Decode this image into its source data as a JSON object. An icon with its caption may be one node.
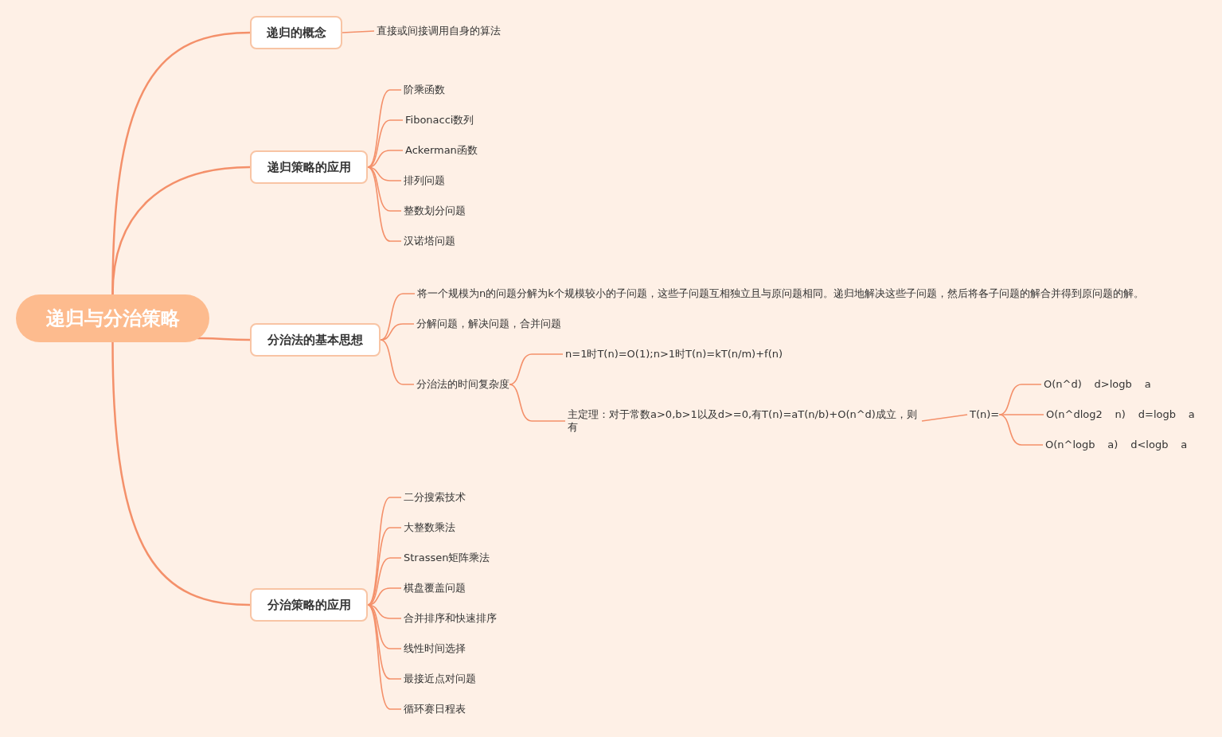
{
  "diagram": {
    "nodes": [
      {
        "text": [
          "递归与分治策略"
        ]
      },
      {
        "text": [
          "递归的概念"
        ]
      },
      {
        "text": [
          "直接或间接调用自身的算法"
        ]
      },
      {
        "text": [
          "递归策略的应用"
        ]
      },
      {
        "text": [
          "阶乘函数"
        ]
      },
      {
        "text": [
          "Fibonacci数列"
        ]
      },
      {
        "text": [
          "Ackerman函数"
        ]
      },
      {
        "text": [
          "排列问题"
        ]
      },
      {
        "text": [
          "整数划分问题"
        ]
      },
      {
        "text": [
          "汉诺塔问题"
        ]
      },
      {
        "text": [
          "分治法的基本思想"
        ]
      },
      {
        "text": [
          "将一个规模为n的问题分解为k个规模较小的子问题，这些子问题互相独立且与原问题相同。递归地解决这些子问题，然后将各子问题的解合并得到原问题的解。"
        ]
      },
      {
        "text": [
          "分解问题，解决问题，合并问题"
        ]
      },
      {
        "text": [
          "分治法的时间复杂度"
        ]
      },
      {
        "text": [
          "n=1时T(n)=O(1);n>1时T(n)=kT(n/m)+f(n)"
        ]
      },
      {
        "text": [
          "主定理：对于常数a>0,b>1以及d>=0,有T(n)=aT(n/b)+O(n^d)成立，则有"
        ]
      },
      {
        "text": [
          "T(n)="
        ]
      },
      {
        "text": [
          "O(n^d) d>logb a"
        ]
      },
      {
        "text": [
          "O(n^dlog2 n) d=logb a"
        ]
      },
      {
        "text": [
          "O(n^logb a) d<logb a"
        ]
      },
      {
        "text": [
          "分治策略的应用"
        ]
      },
      {
        "text": [
          "二分搜索技术"
        ]
      },
      {
        "text": [
          "大整数乘法"
        ]
      },
      {
        "text": [
          "Strassen矩阵乘法"
        ]
      },
      {
        "text": [
          "棋盘覆盖问题"
        ]
      },
      {
        "text": [
          "合并排序和快速排序"
        ]
      },
      {
        "text": [
          "线性时间选择"
        ]
      },
      {
        "text": [
          "最接近点对问题"
        ]
      },
      {
        "text": [
          "循环赛日程表"
        ]
      }
    ],
    "edges": [
      {
        "from": 0,
        "to": 1,
        "arrow": "none"
      },
      {
        "from": 1,
        "to": 2,
        "arrow": "none"
      },
      {
        "from": 0,
        "to": 3,
        "arrow": "none"
      },
      {
        "from": 3,
        "to": 4,
        "arrow": "none"
      },
      {
        "from": 3,
        "to": 5,
        "arrow": "none"
      },
      {
        "from": 3,
        "to": 6,
        "arrow": "none"
      },
      {
        "from": 3,
        "to": 7,
        "arrow": "none"
      },
      {
        "from": 3,
        "to": 8,
        "arrow": "none"
      },
      {
        "from": 3,
        "to": 9,
        "arrow": "none"
      },
      {
        "from": 0,
        "to": 10,
        "arrow": "none"
      },
      {
        "from": 10,
        "to": 11,
        "arrow": "none"
      },
      {
        "from": 10,
        "to": 12,
        "arrow": "none"
      },
      {
        "from": 10,
        "to": 13,
        "arrow": "none"
      },
      {
        "from": 13,
        "to": 14,
        "arrow": "none"
      },
      {
        "from": 13,
        "to": 15,
        "arrow": "none"
      },
      {
        "from": 15,
        "to": 16,
        "arrow": "none"
      },
      {
        "from": 16,
        "to": 17,
        "arrow": "none"
      },
      {
        "from": 16,
        "to": 18,
        "arrow": "none"
      },
      {
        "from": 16,
        "to": 19,
        "arrow": "none"
      },
      {
        "from": 0,
        "to": 20,
        "arrow": "none"
      },
      {
        "from": 20,
        "to": 21,
        "arrow": "none"
      },
      {
        "from": 20,
        "to": 22,
        "arrow": "none"
      },
      {
        "from": 20,
        "to": 23,
        "arrow": "none"
      },
      {
        "from": 20,
        "to": 24,
        "arrow": "none"
      },
      {
        "from": 20,
        "to": 25,
        "arrow": "none"
      },
      {
        "from": 20,
        "to": 26,
        "arrow": "none"
      },
      {
        "from": 20,
        "to": 27,
        "arrow": "none"
      },
      {
        "from": 20,
        "to": 28,
        "arrow": "none"
      }
    ]
  }
}
